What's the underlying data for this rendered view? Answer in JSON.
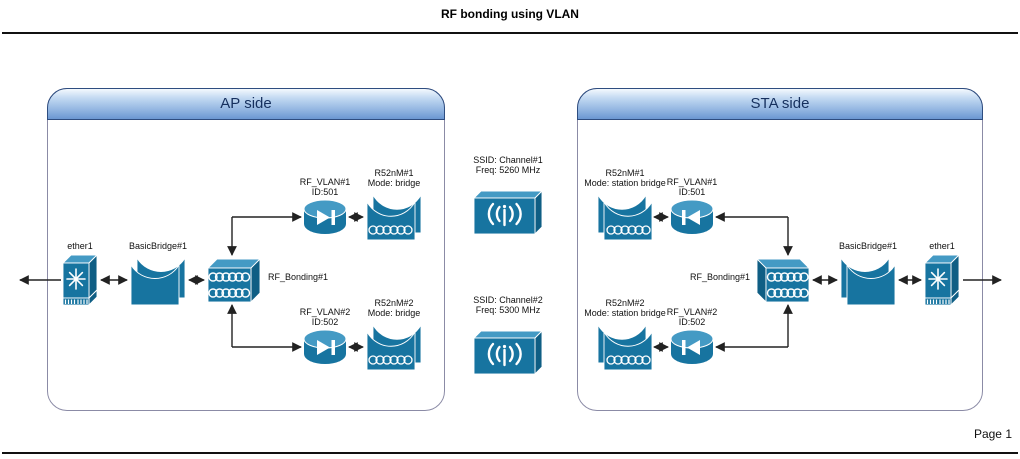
{
  "title": "RF bonding using VLAN",
  "footer": {
    "page_label": "Page 1"
  },
  "ap": {
    "title": "AP side",
    "ether_label": "ether1",
    "bridge_label": "BasicBridge#1",
    "bonding_label": "RF_Bonding#1",
    "vlan1": {
      "name": "RF_VLAN#1",
      "id": "ID:501"
    },
    "vlan2": {
      "name": "RF_VLAN#2",
      "id": "ID:502"
    },
    "radio1": {
      "name": "R52nM#1",
      "mode": "Mode: bridge"
    },
    "radio2": {
      "name": "R52nM#2",
      "mode": "Mode: bridge"
    }
  },
  "sta": {
    "title": "STA side",
    "ether_label": "ether1",
    "bridge_label": "BasicBridge#1",
    "bonding_label": "RF_Bonding#1",
    "vlan1": {
      "name": "RF_VLAN#1",
      "id": "ID:501"
    },
    "vlan2": {
      "name": "RF_VLAN#2",
      "id": "ID:502"
    },
    "radio1": {
      "name": "R52nM#1",
      "mode": "Mode: station bridge"
    },
    "radio2": {
      "name": "R52nM#2",
      "mode": "Mode: station bridge"
    }
  },
  "channels": [
    {
      "ssid": "SSID: Channel#1",
      "freq": "Freq: 5260 MHz"
    },
    {
      "ssid": "SSID: Channel#2",
      "freq": "Freq: 5300 MHz"
    }
  ],
  "icons": {
    "ether": "switch-icon",
    "bridge": "bridge-icon",
    "bonding": "chain-bonding-icon",
    "vlan": "vlan-disk-icon",
    "radio": "wireless-card-icon",
    "channel": "wireless-channel-icon"
  },
  "colors": {
    "icon_main": "#1774a0",
    "icon_light": "#449ac4",
    "icon_dark": "#0f5e84",
    "header_text": "#16305e",
    "header_border": "#2e4d80",
    "group_border": "#8b8ba6",
    "line": "#222222"
  }
}
